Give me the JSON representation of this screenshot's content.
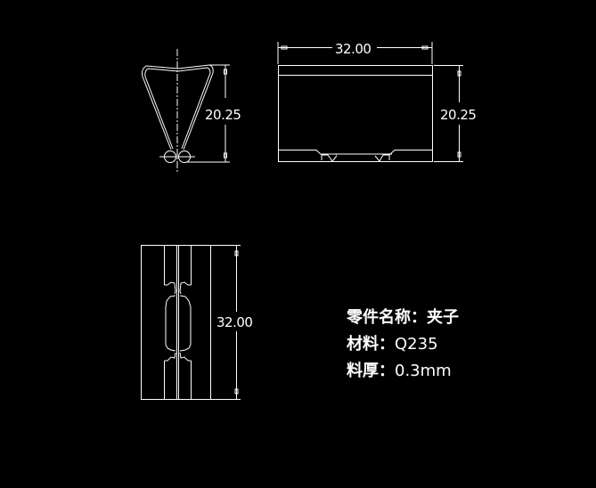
{
  "drawing": {
    "background_color": "#000000",
    "line_color": "#ffffff",
    "views": {
      "side_view": {
        "dimensions": {
          "height": "20.25"
        }
      },
      "front_view": {
        "dimensions": {
          "width": "32.00",
          "height": "20.25"
        }
      },
      "top_view": {
        "dimensions": {
          "length": "32.00"
        }
      }
    },
    "notes": [
      {
        "label": "零件名称：",
        "value": "夹子"
      },
      {
        "label": "材料：",
        "value": "Q235"
      },
      {
        "label": "料厚：",
        "value": "0.3mm"
      }
    ]
  }
}
